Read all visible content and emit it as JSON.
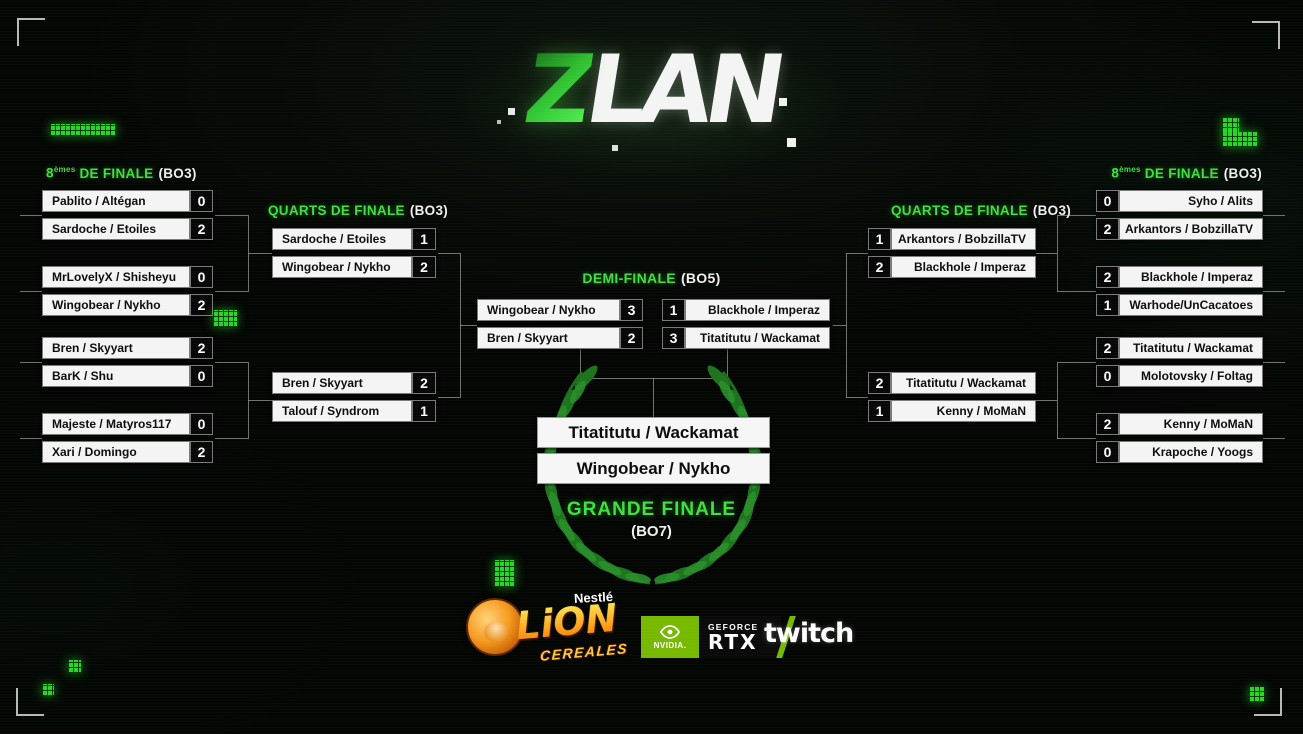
{
  "event": {
    "logo_z": "Z",
    "logo_lan": "LAN"
  },
  "rounds": {
    "r16": {
      "num": "8",
      "sup": "èmes",
      "rest": "DE FINALE",
      "format": "(BO3)"
    },
    "qf": {
      "name": "QUARTS DE FINALE",
      "format": "(BO3)"
    },
    "semi": {
      "name": "DEMI-FINALE",
      "format": "(BO5)"
    },
    "final": {
      "name": "GRANDE FINALE",
      "format": "(BO7)"
    }
  },
  "bracket": {
    "l16": [
      {
        "teams": [
          {
            "name": "Pablito / Altégan",
            "score": "0"
          },
          {
            "name": "Sardoche / Etoiles",
            "score": "2"
          }
        ]
      },
      {
        "teams": [
          {
            "name": "MrLovelyX / Shisheyu",
            "score": "0"
          },
          {
            "name": "Wingobear / Nykho",
            "score": "2"
          }
        ]
      },
      {
        "teams": [
          {
            "name": "Bren / Skyyart",
            "score": "2"
          },
          {
            "name": "BarK / Shu",
            "score": "0"
          }
        ]
      },
      {
        "teams": [
          {
            "name": "Majeste / Matyros117",
            "score": "0"
          },
          {
            "name": "Xari / Domingo",
            "score": "2"
          }
        ]
      }
    ],
    "lqf": [
      {
        "teams": [
          {
            "name": "Sardoche / Etoiles",
            "score": "1"
          },
          {
            "name": "Wingobear / Nykho",
            "score": "2"
          }
        ]
      },
      {
        "teams": [
          {
            "name": "Bren / Skyyart",
            "score": "2"
          },
          {
            "name": "Talouf / Syndrom",
            "score": "1"
          }
        ]
      }
    ],
    "semi_l": {
      "teams": [
        {
          "name": "Wingobear / Nykho",
          "score": "3"
        },
        {
          "name": "Bren / Skyyart",
          "score": "2"
        }
      ]
    },
    "semi_r": {
      "teams": [
        {
          "name": "Blackhole / Imperaz",
          "score": "1"
        },
        {
          "name": "Titatitutu / Wackamat",
          "score": "3"
        }
      ]
    },
    "rqf": [
      {
        "teams": [
          {
            "name": "Arkantors / BobzillaTV",
            "score": "1"
          },
          {
            "name": "Blackhole / Imperaz",
            "score": "2"
          }
        ]
      },
      {
        "teams": [
          {
            "name": "Titatitutu / Wackamat",
            "score": "2"
          },
          {
            "name": "Kenny / MoMaN",
            "score": "1"
          }
        ]
      }
    ],
    "r16": [
      {
        "teams": [
          {
            "name": "Syho / Alits",
            "score": "0"
          },
          {
            "name": "Arkantors / BobzillaTV",
            "score": "2"
          }
        ]
      },
      {
        "teams": [
          {
            "name": "Blackhole / Imperaz",
            "score": "2"
          },
          {
            "name": "Warhode/UnCacatoes",
            "score": "1"
          }
        ]
      },
      {
        "teams": [
          {
            "name": "Titatitutu / Wackamat",
            "score": "2"
          },
          {
            "name": "Molotovsky / Foltag",
            "score": "0"
          }
        ]
      },
      {
        "teams": [
          {
            "name": "Kenny / MoMaN",
            "score": "2"
          },
          {
            "name": "Krapoche / Yoogs",
            "score": "0"
          }
        ]
      }
    ],
    "final": {
      "teams": [
        {
          "name": "Titatitutu / Wackamat"
        },
        {
          "name": "Wingobear / Nykho"
        }
      ]
    }
  },
  "sponsors": {
    "nestle": "Nestlé",
    "lion": "LiON",
    "cereales": "CEREALES",
    "nvidia": "NVIDIA.",
    "geforce": "GEFORCE",
    "rtx": "RTX",
    "twitch": "twitch"
  },
  "colors": {
    "accent_green": "#3fe03f",
    "pixel_green": "#27d527",
    "wreath_green": "#1e741e",
    "nvidia_green": "#76b900"
  }
}
